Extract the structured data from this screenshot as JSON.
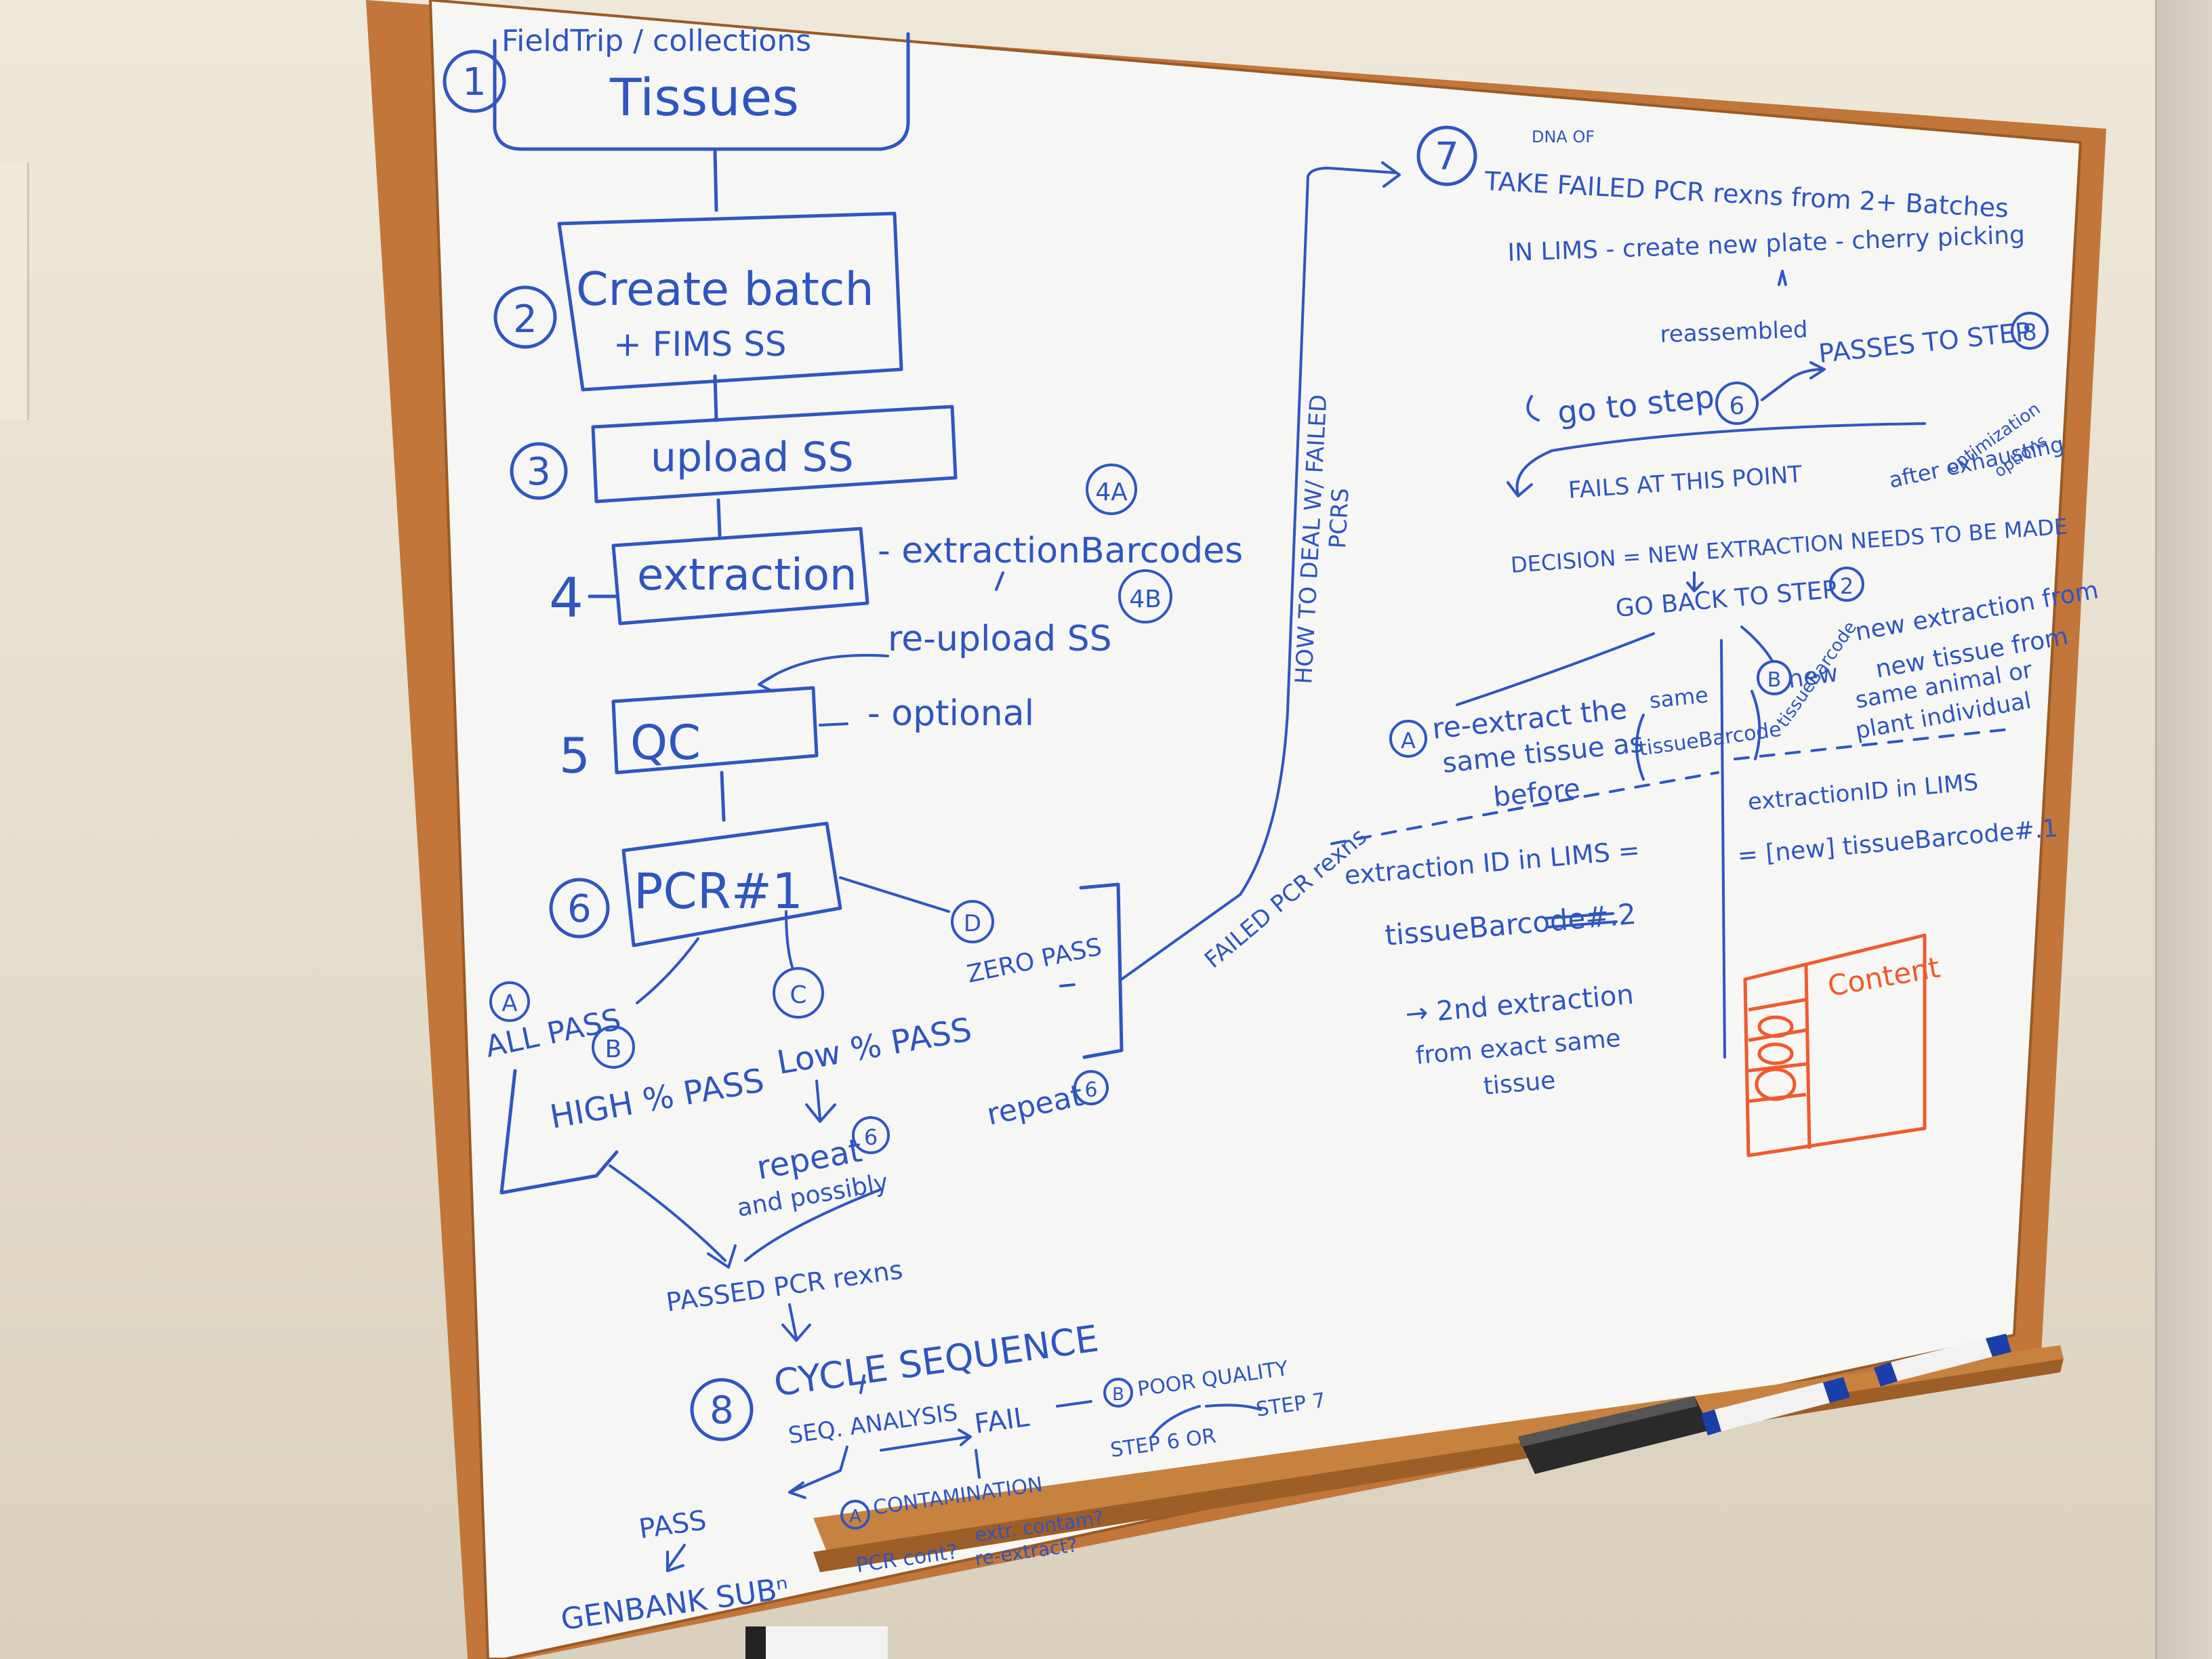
{
  "steps": {
    "s1_num": "1",
    "s1_top": "FieldTrip / collections",
    "s1_main": "Tissues",
    "s2_num": "2",
    "s2_main": "Create batch",
    "s2_sub": "+ FIMS SS",
    "s3_num": "3",
    "s3_main": "upload SS",
    "s4_num": "4",
    "s4_main": "extraction",
    "s4_note_a": "- extractionBarcodes",
    "s4_tag_a": "4A",
    "s4_note_b": "re-upload SS",
    "s4_tag_b": "4B",
    "s5_num": "5",
    "s5_main": "QC",
    "s5_note": "- optional",
    "s6_num": "6",
    "s6_main": "PCR#1"
  },
  "pcr_branches": {
    "a_tag": "A",
    "a_label": "ALL PASS",
    "b_tag": "B",
    "b_label": "HIGH % PASS",
    "c_tag": "C",
    "c_label": "Low % PASS",
    "c_repeat": "repeat",
    "c_repeat_tag": "6",
    "c_possibly": "and possibly",
    "d_tag": "D",
    "d_label": "ZERO PASS",
    "d_repeat": "repeat",
    "d_repeat_tag": "6",
    "failed_label": "FAILED PCR rexns",
    "how_to_line1": "HOW TO DEAL W/ FAILED",
    "how_to_line2": "PCRS"
  },
  "sequence": {
    "passed": "PASSED PCR rexns",
    "step_num": "8",
    "cycle": "CYCLE SEQUENCE",
    "seq_analysis": "SEQ. ANALYSIS",
    "fail": "FAIL",
    "poor_quality_tag": "B",
    "poor_quality": "POOR QUALITY",
    "step6_or": "STEP 6 OR",
    "step7": "STEP 7",
    "contam_tag": "A",
    "contamination": "CONTAMINATION",
    "pcr_cont": "PCR cont?",
    "extr_contam": "extr. contam?",
    "re_extract": "re-extract?",
    "pass": "PASS",
    "genbank": "GENBANK SUBⁿ"
  },
  "step7": {
    "num": "7",
    "dna_of": "DNA OF",
    "take": "TAKE FAILED PCR rexns from 2+ Batches",
    "lims_line": "IN LIMS - create new plate - cherry picking",
    "reassembled": "reassembled",
    "passes": "PASSES TO STEP",
    "passes_tag": "8",
    "go_to": "go to step",
    "go_to_tag": "6",
    "fails": "FAILS AT THIS POINT",
    "after": "after exhausting",
    "optimization": "optimization",
    "options": "options",
    "decision": "DECISION = NEW EXTRACTION NEEDS TO BE MADE",
    "go_back": "GO BACK TO STEP",
    "go_back_tag": "2"
  },
  "extraction_options": {
    "a_tag": "A",
    "a_line1": "re-extract the",
    "a_line2": "same tissue as",
    "a_line3": "before",
    "a_paren1": "same",
    "a_paren2": "tissueBarcode",
    "b_tag": "B",
    "b_new": "new",
    "b_paren": "tissueBarcode",
    "b_heading": "new extraction from",
    "b_line1": "new tissue from",
    "b_line2": "same animal or",
    "b_line3": "plant individual",
    "a_id_label": "extraction ID in LIMS =",
    "a_id_value": "tissueBarcode#.2",
    "a_second": "→ 2nd extraction",
    "a_second2": "from exact same",
    "a_second3": "tissue",
    "b_id_label": "extractionID in LIMS",
    "b_id_value": "= [new] tissueBarcode#.1"
  },
  "sketch": {
    "content_label": "Content"
  },
  "colors": {
    "blue_ink": "#2f56c2",
    "orange_ink": "#f05a2c",
    "frame": "#c2763a",
    "board": "#f6f7f4"
  }
}
